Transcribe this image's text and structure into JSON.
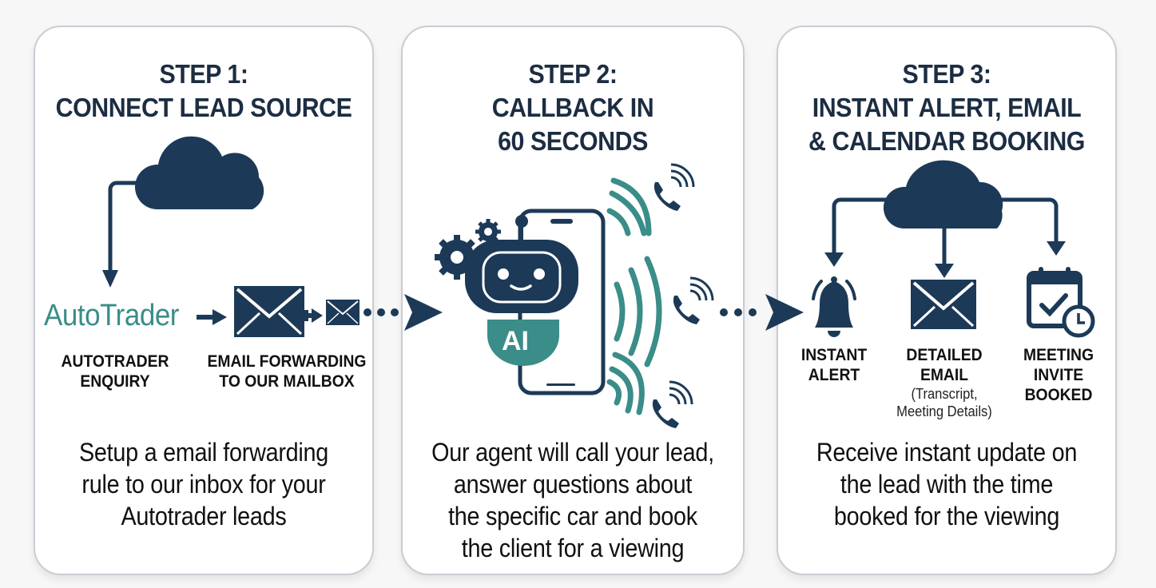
{
  "colors": {
    "navy": "#1c3a57",
    "teal": "#3a8d88",
    "text": "#111111",
    "card_border": "#c9ccd4"
  },
  "steps": [
    {
      "step_label": "STEP 1:",
      "title_lines": [
        "CONNECT LEAD SOURCE"
      ],
      "brand": "AutoTrader",
      "icons": [
        "cloud-icon",
        "arrow-down-icon",
        "arrow-right-icon",
        "envelope-icon",
        "forward-envelope-icon"
      ],
      "labels": [
        {
          "lines": [
            "AUTOTRADER",
            "ENQUIRY"
          ]
        },
        {
          "lines": [
            "EMAIL FORWARDING",
            "TO OUR MAILBOX"
          ]
        }
      ],
      "description_lines": [
        "Setup a email forwarding",
        "rule to our inbox for your",
        "Autotrader leads"
      ]
    },
    {
      "step_label": "STEP 2:",
      "title_lines": [
        "CALLBACK IN",
        "60 SECONDS"
      ],
      "icons": [
        "robot-icon",
        "gear-icon",
        "smartphone-icon",
        "sound-wave-icon",
        "phone-call-icon"
      ],
      "ai_badge": "AI",
      "description_lines": [
        "Our agent will call your lead,",
        "answer questions about",
        "the specific car and book",
        "the client for a viewing"
      ]
    },
    {
      "step_label": "STEP 3:",
      "title_lines": [
        "INSTANT ALERT, EMAIL",
        "& CALENDAR BOOKING"
      ],
      "icons": [
        "cloud-icon",
        "bell-icon",
        "envelope-icon",
        "calendar-check-icon",
        "clock-icon"
      ],
      "labels": [
        {
          "lines": [
            "INSTANT",
            "ALERT"
          ]
        },
        {
          "lines": [
            "DETAILED",
            "EMAIL"
          ],
          "sub_lines": [
            "(Transcript,",
            "Meeting Details)"
          ]
        },
        {
          "lines": [
            "MEETING",
            "INVITE",
            "BOOKED"
          ]
        }
      ],
      "description_lines": [
        "Receive instant update on",
        "the lead with the time",
        "booked for the viewing"
      ]
    }
  ]
}
